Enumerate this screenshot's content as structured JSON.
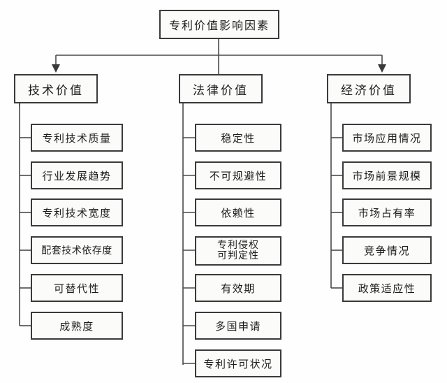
{
  "diagram": {
    "title": "专利价值影响因素",
    "type": "tree-hierarchy",
    "root": {
      "label": "专利价值影响因素"
    },
    "branches": [
      {
        "id": "technical",
        "label": "技术价值",
        "leaves": [
          {
            "label": "专利技术质量"
          },
          {
            "label": "行业发展趋势"
          },
          {
            "label": "专利技术宽度"
          },
          {
            "label": "配套技术依存度"
          },
          {
            "label": "可替代性"
          },
          {
            "label": "成熟度"
          }
        ]
      },
      {
        "id": "legal",
        "label": "法律价值",
        "leaves": [
          {
            "label": "稳定性"
          },
          {
            "label": "不可规避性"
          },
          {
            "label": "依赖性"
          },
          {
            "label": "专利侵权\n可判定性"
          },
          {
            "label": "有效期"
          },
          {
            "label": "多国申请"
          },
          {
            "label": "专利许可状况"
          }
        ]
      },
      {
        "id": "economic",
        "label": "经济价值",
        "leaves": [
          {
            "label": "市场应用情况"
          },
          {
            "label": "市场前景规模"
          },
          {
            "label": "市场占有率"
          },
          {
            "label": "竞争情况"
          },
          {
            "label": "政策适应性"
          }
        ]
      }
    ],
    "colors": {
      "box_border": "#3a3a3a",
      "box_fill": "#fbfbfa",
      "text": "#1c1c1c",
      "connector": "#4a4a4a",
      "background": "#fefefe"
    }
  }
}
